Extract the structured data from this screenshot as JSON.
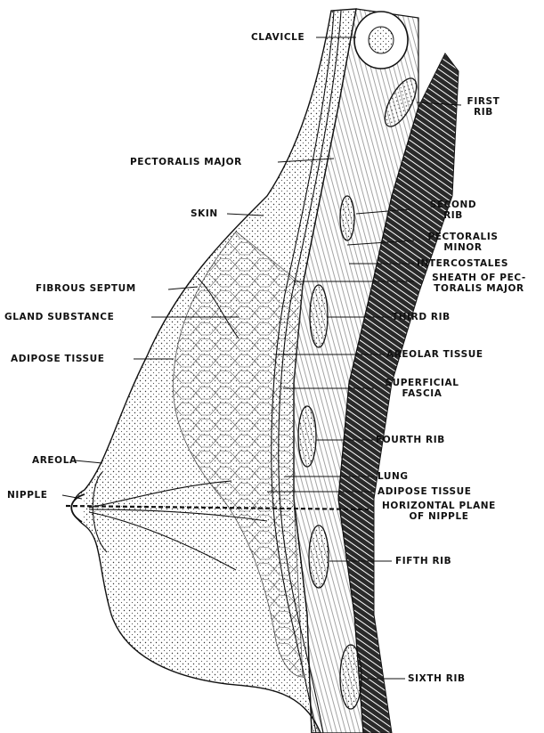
{
  "figure": {
    "labels": {
      "clavicle": "CLAVICLE",
      "first_rib_1": "FIRST",
      "first_rib_2": "RIB",
      "pectoralis_major": "PECTORALIS MAJOR",
      "skin": "SKIN",
      "second_rib_1": "SECOND",
      "second_rib_2": "RIB",
      "pectoralis_minor_1": "PECTORALIS",
      "pectoralis_minor_2": "MINOR",
      "intercostales": "INTERCOSTALES",
      "sheath_1": "SHEATH OF PEC-",
      "sheath_2": "TORALIS MAJOR",
      "fibrous_septum": "FIBROUS SEPTUM",
      "gland_substance": "GLAND SUBSTANCE",
      "third_rib": "THIRD RIB",
      "adipose_tissue_left": "ADIPOSE TISSUE",
      "areolar_tissue": "AREOLAR TISSUE",
      "superficial_fascia_1": "SUPERFICIAL",
      "superficial_fascia_2": "FASCIA",
      "fourth_rib": "FOURTH RIB",
      "areola": "AREOLA",
      "lung": "LUNG",
      "nipple": "NIPPLE",
      "adipose_tissue_right": "ADIPOSE TISSUE",
      "horizontal_plane_1": "HORIZONTAL PLANE",
      "horizontal_plane_2": "OF NIPPLE",
      "fifth_rib": "FIFTH RIB",
      "sixth_rib": "SIXTH RIB"
    }
  }
}
